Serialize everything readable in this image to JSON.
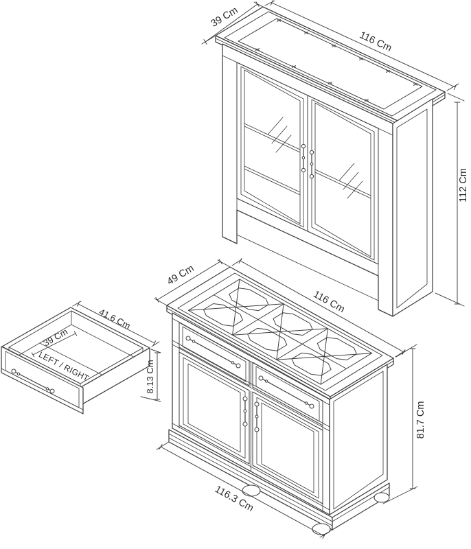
{
  "diagram": {
    "type": "furniture-dimension-diagram",
    "units": "Cm",
    "parts": [
      {
        "id": "top-unit",
        "description": "glazed two door top unit",
        "dimensions": {
          "depth": "39 Cm",
          "width": "116 Cm",
          "height": "112 Cm"
        }
      },
      {
        "id": "sideboard",
        "description": "two door two drawer sideboard with parquet top",
        "dimensions": {
          "depth": "49 Cm",
          "width": "116 Cm",
          "height": "81.7 Cm",
          "base_width": "116.3 Cm"
        }
      },
      {
        "id": "drawer",
        "description": "open drawer box",
        "dimensions": {
          "width": "41.6 Cm",
          "depth": "39 Cm",
          "height": "8.13 Cm"
        },
        "note": "LEFT / RIGHT"
      }
    ]
  },
  "labels": {
    "hutch_depth": "39 Cm",
    "hutch_width": "116 Cm",
    "hutch_height": "112 Cm",
    "sideboard_depth": "49 Cm",
    "sideboard_width": "116 Cm",
    "sideboard_height": "81.7 Cm",
    "sideboard_base_width": "116.3 Cm",
    "drawer_width": "41.6 Cm",
    "drawer_depth": "39 Cm",
    "drawer_height": "8.13 Cm",
    "drawer_note": "LEFT / RIGHT"
  },
  "style": {
    "line_color": "#3d3d3d",
    "text_color": "#2a2a2a",
    "background": "#ffffff"
  }
}
